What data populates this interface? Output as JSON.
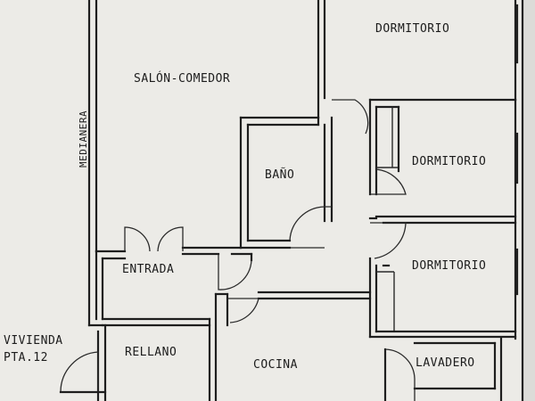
{
  "rooms": {
    "dormitorio_1": "DORMITORIO",
    "salon_comedor": "SALÓN-COMEDOR",
    "bano": "BAÑO",
    "dormitorio_2": "DORMITORIO",
    "dormitorio_3": "DORMITORIO",
    "entrada": "ENTRADA",
    "rellano": "RELLANO",
    "cocina": "COCINA",
    "lavadero": "LAVADERO"
  },
  "labels": {
    "medianera": "MEDIANERA",
    "vivienda": "VIVIENDA",
    "pta": "PTA.12"
  },
  "colors": {
    "paper": "#ecebe7",
    "ink": "#1e1e1e"
  }
}
